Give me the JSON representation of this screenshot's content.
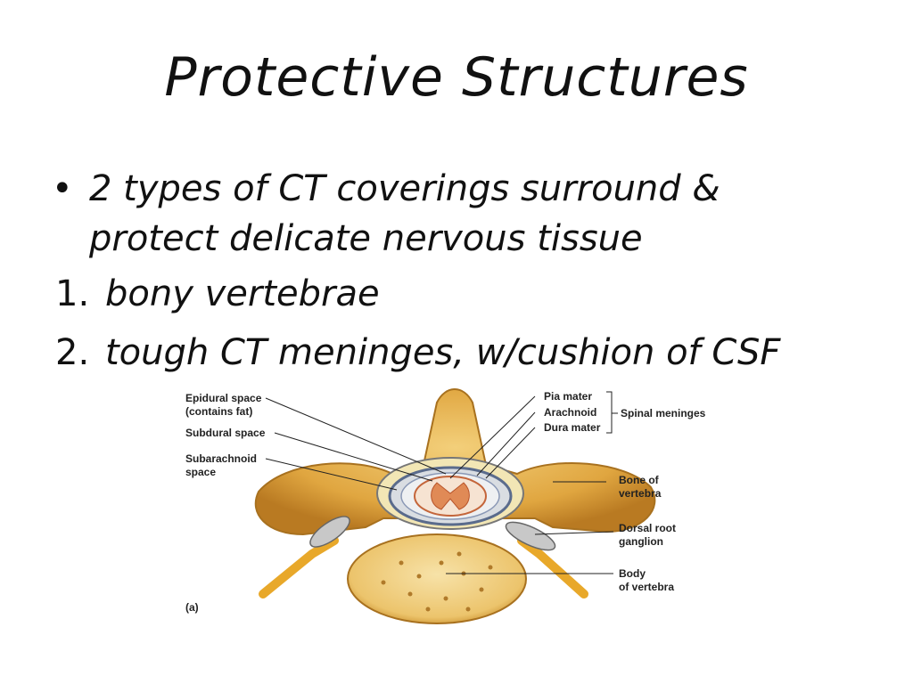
{
  "slide": {
    "title": "Protective Structures",
    "bullet_marker": "•",
    "bullet_text": "2 types of CT coverings surround & protect delicate nervous tissue",
    "items": [
      {
        "number": "1.",
        "text": "bony vertebrae"
      },
      {
        "number": "2.",
        "text": "tough CT meninges, w/cushion of CSF"
      }
    ]
  },
  "figure": {
    "labels_left": [
      "Epidural space",
      "(contains fat)",
      "Subdural space",
      "Subarachnoid",
      "space"
    ],
    "labels_right": [
      "Pia mater",
      "Arachnoid",
      "Dura mater",
      "Spinal meninges",
      "Bone of",
      "vertebra",
      "Dorsal root",
      "ganglion",
      "Body",
      "of vertebra"
    ],
    "panel_label": "(a)"
  }
}
